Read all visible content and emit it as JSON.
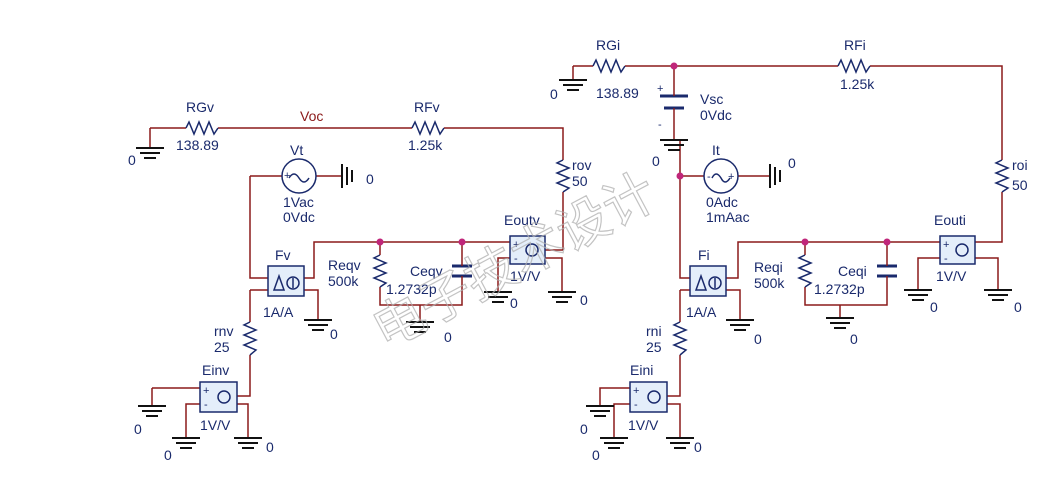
{
  "labels": {
    "rgv": {
      "name": "RGv",
      "value": "138.89",
      "gnd": "0"
    },
    "rfv": {
      "name": "RFv",
      "value": "1.25k"
    },
    "voc": "Voc",
    "rov": {
      "name": "rov",
      "value": "50"
    },
    "vt": {
      "name": "Vt",
      "v1": "1Vac",
      "v2": "0Vdc",
      "gnd": "0"
    },
    "fv": {
      "name": "Fv",
      "value": "1A/A",
      "gnd": "0"
    },
    "reqv": {
      "name": "Reqv",
      "value": "500k"
    },
    "ceqv": {
      "name": "Ceqv",
      "value": "1.2732p",
      "gnd": "0"
    },
    "eoutv": {
      "name": "Eoutv",
      "value": "1V/V",
      "gnd1": "0",
      "gnd2": "0"
    },
    "rnv": {
      "name": "rnv",
      "value": "25"
    },
    "einv": {
      "name": "Einv",
      "value": "1V/V",
      "gnd1": "0",
      "gnd2": "0",
      "gnd3": "0"
    },
    "rgi": {
      "name": "RGi",
      "value": "138.89",
      "gnd": "0"
    },
    "rfi": {
      "name": "RFi",
      "value": "1.25k"
    },
    "vsc": {
      "name": "Vsc",
      "value": "0Vdc",
      "gnd": "0"
    },
    "it": {
      "name": "It",
      "v1": "0Adc",
      "v2": "1mAac",
      "gnd": "0"
    },
    "roi": {
      "name": "roi",
      "value": "50"
    },
    "fi": {
      "name": "Fi",
      "value": "1A/A",
      "gnd": "0"
    },
    "reqi": {
      "name": "Reqi",
      "value": "500k"
    },
    "ceqi": {
      "name": "Ceqi",
      "value": "1.2732p",
      "gnd": "0"
    },
    "eouti": {
      "name": "Eouti",
      "value": "1V/V",
      "gnd1": "0",
      "gnd2": "0"
    },
    "rni": {
      "name": "rni",
      "value": "25"
    },
    "eini": {
      "name": "Eini",
      "value": "1V/V",
      "gnd1": "0",
      "gnd2": "0",
      "gnd3": "0"
    }
  },
  "watermark": "电子技术设计",
  "colors": {
    "wire": "#8b1a1a",
    "component": "#1a2a6c",
    "node": "#c0267a"
  }
}
